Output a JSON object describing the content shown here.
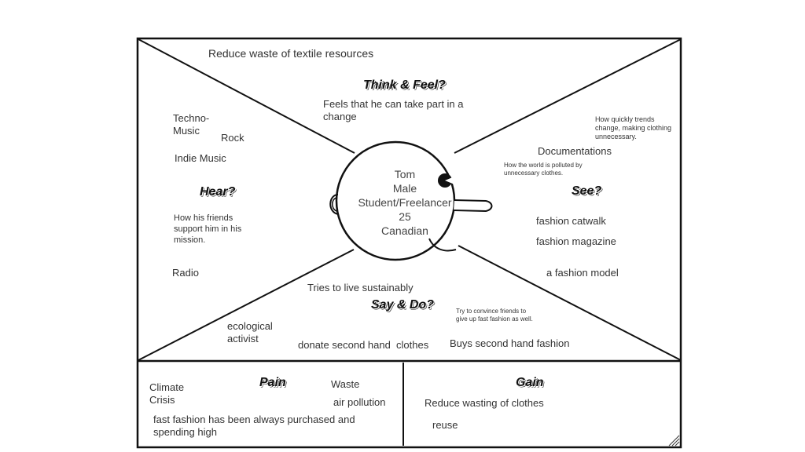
{
  "diagram": {
    "goal": "Reduce waste of textile resources",
    "headings": {
      "think_feel": "Think & Feel?",
      "hear": "Hear?",
      "see": "See?",
      "say_do": "Say & Do?",
      "pain": "Pain",
      "gain": "Gain"
    },
    "persona": {
      "name": "Tom",
      "gender": "Male",
      "occupation": "Student/Freelancer",
      "age": "25",
      "nationality": "Canadian"
    },
    "think_feel": {
      "notes": [
        "Feels that he can take part in a change"
      ]
    },
    "hear": {
      "notes": [
        "Techno-Music",
        "Rock",
        "Indie Music",
        "How his friends support him in his mission.",
        "Radio"
      ]
    },
    "see": {
      "notes": [
        "How quickly trends change, making clothing unnecessary.",
        "Documentations",
        "How the world is polluted by unnecessary clothes.",
        "fashion catwalk",
        "fashion magazine",
        "a fashion model"
      ]
    },
    "say_do": {
      "notes": [
        "Tries to live sustainably",
        "Try to convince friends to give up fast fashion as well.",
        "ecological activist",
        "donate second hand  clothes",
        "Buys second hand fashion"
      ]
    },
    "pain": {
      "notes": [
        "Climate Crisis",
        "Waste",
        "air pollution",
        "fast fashion has been always purchased and spending high"
      ]
    },
    "gain": {
      "notes": [
        "Reduce wasting of clothes",
        "reuse"
      ]
    }
  }
}
